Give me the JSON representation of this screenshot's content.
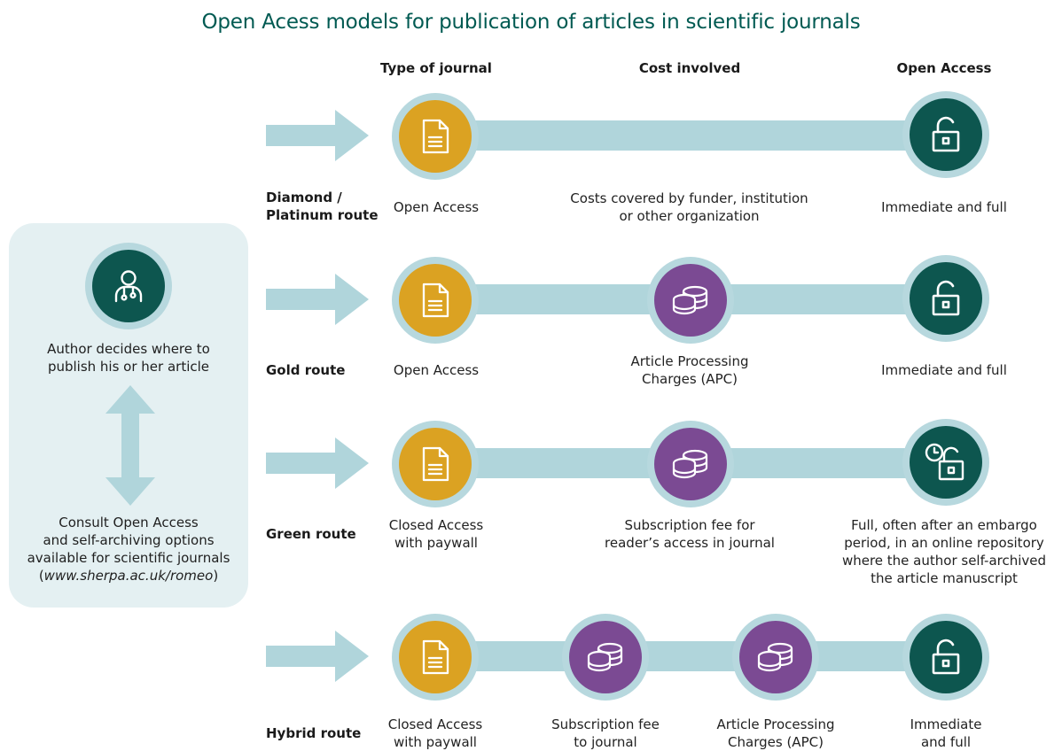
{
  "title": "Open Acess models for publication of articles in scientific journals",
  "columns": {
    "type": "Type of journal",
    "cost": "Cost involved",
    "access": "Open Access"
  },
  "author_panel": {
    "decide_text_line1": "Author decides where to",
    "decide_text_line2": "publish his or her article",
    "consult_line1": "Consult Open Access",
    "consult_line2": "and self-archiving options",
    "consult_line3": "available for scientific journals",
    "consult_paren_open": "(",
    "consult_site": "www.sherpa.ac.uk/romeo",
    "consult_paren_close": ")"
  },
  "routes": [
    {
      "name_line1": "Diamond /",
      "name_line2": "Platinum route",
      "journal_line1": "Open Access",
      "cost_line1": "Costs covered by funder, institution",
      "cost_line2": "or other organization",
      "access_line1": "Immediate and full"
    },
    {
      "name_line1": "Gold route",
      "journal_line1": "Open Access",
      "cost_line1": "Article Processing",
      "cost_line2": "Charges (APC)",
      "access_line1": "Immediate and full"
    },
    {
      "name_line1": "Green route",
      "journal_line1": "Closed Access",
      "journal_line2": "with paywall",
      "cost_line1": "Subscription fee for",
      "cost_line2": "reader’s access in journal",
      "access_line1": "Full, often after an embargo",
      "access_line2": "period, in an online repository",
      "access_line3": "where the author self-archived",
      "access_line4": "the article manuscript"
    },
    {
      "name_line1": "Hybrid route",
      "journal_line1": "Closed Access",
      "journal_line2": "with paywall",
      "cost1_line1": "Subscription fee",
      "cost1_line2": "to journal",
      "cost2_line1": "Article Processing",
      "cost2_line2": "Charges (APC)",
      "access_line1": "Immediate",
      "access_line2": "and full"
    }
  ],
  "colors": {
    "gold": "#dba222",
    "purple": "#7b4a93",
    "teal": "#0d564f",
    "ring": "#b7d8de",
    "arrow": "#b0d5db",
    "title": "#005a52"
  },
  "icons": {
    "journal": "document-icon",
    "cost": "coins-icon",
    "open": "open-lock-icon",
    "embargo": "clock-open-lock-icon",
    "author": "person-icon"
  }
}
